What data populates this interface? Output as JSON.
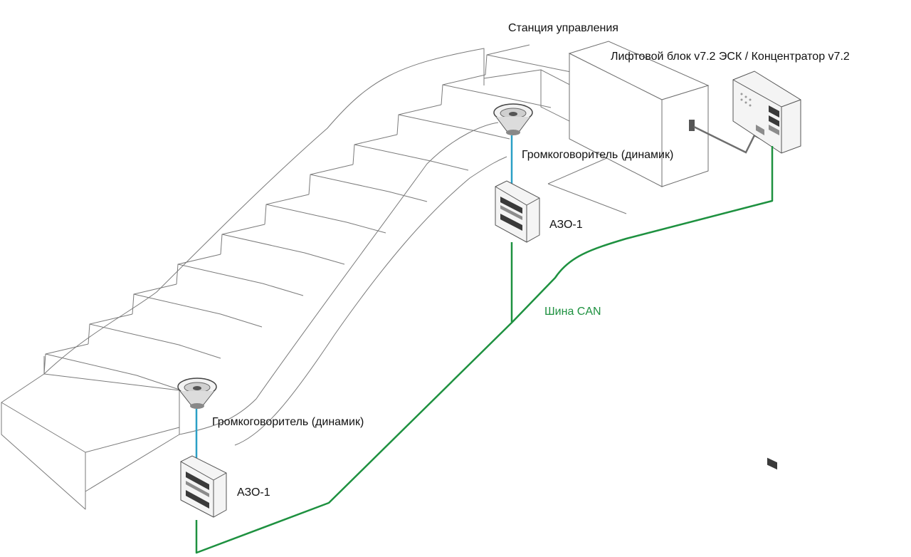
{
  "labels": {
    "station": "Станция управления",
    "lift_block": "Лифтовой блок v7.2 ЭСК / Концентратор v7.2",
    "speaker_upper": "Громкоговоритель (динамик)",
    "speaker_lower": "Громкоговоритель (динамик)",
    "azo_upper": "АЗО-1",
    "azo_lower": "АЗО-1",
    "can_bus": "Шина CAN"
  },
  "colors": {
    "can_bus": "#1e9140",
    "speaker_wire": "#2b9fc6",
    "control_cable": "#6e6e6e",
    "outline": "#7a7a7a"
  },
  "icons": [
    "speaker-icon",
    "azo-device-icon",
    "lift-block-device-icon",
    "control-station-cabinet-icon"
  ]
}
